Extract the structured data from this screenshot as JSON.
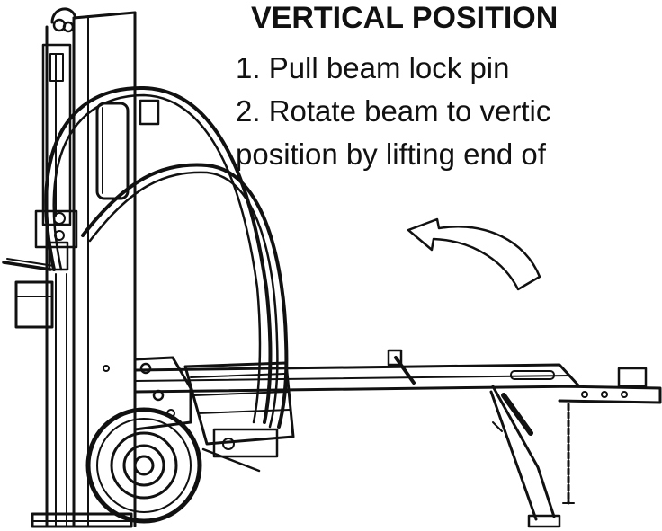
{
  "instructions": {
    "heading": "VERTICAL POSITION",
    "steps": [
      "1. Pull beam lock pin",
      "2. Rotate beam to vertic",
      "position by lifting end of"
    ]
  },
  "illustration": {
    "subject": "log-splitter",
    "line_color": "#111111",
    "background_color": "#ffffff",
    "arrow_icon": "curved-arrow-icon"
  }
}
